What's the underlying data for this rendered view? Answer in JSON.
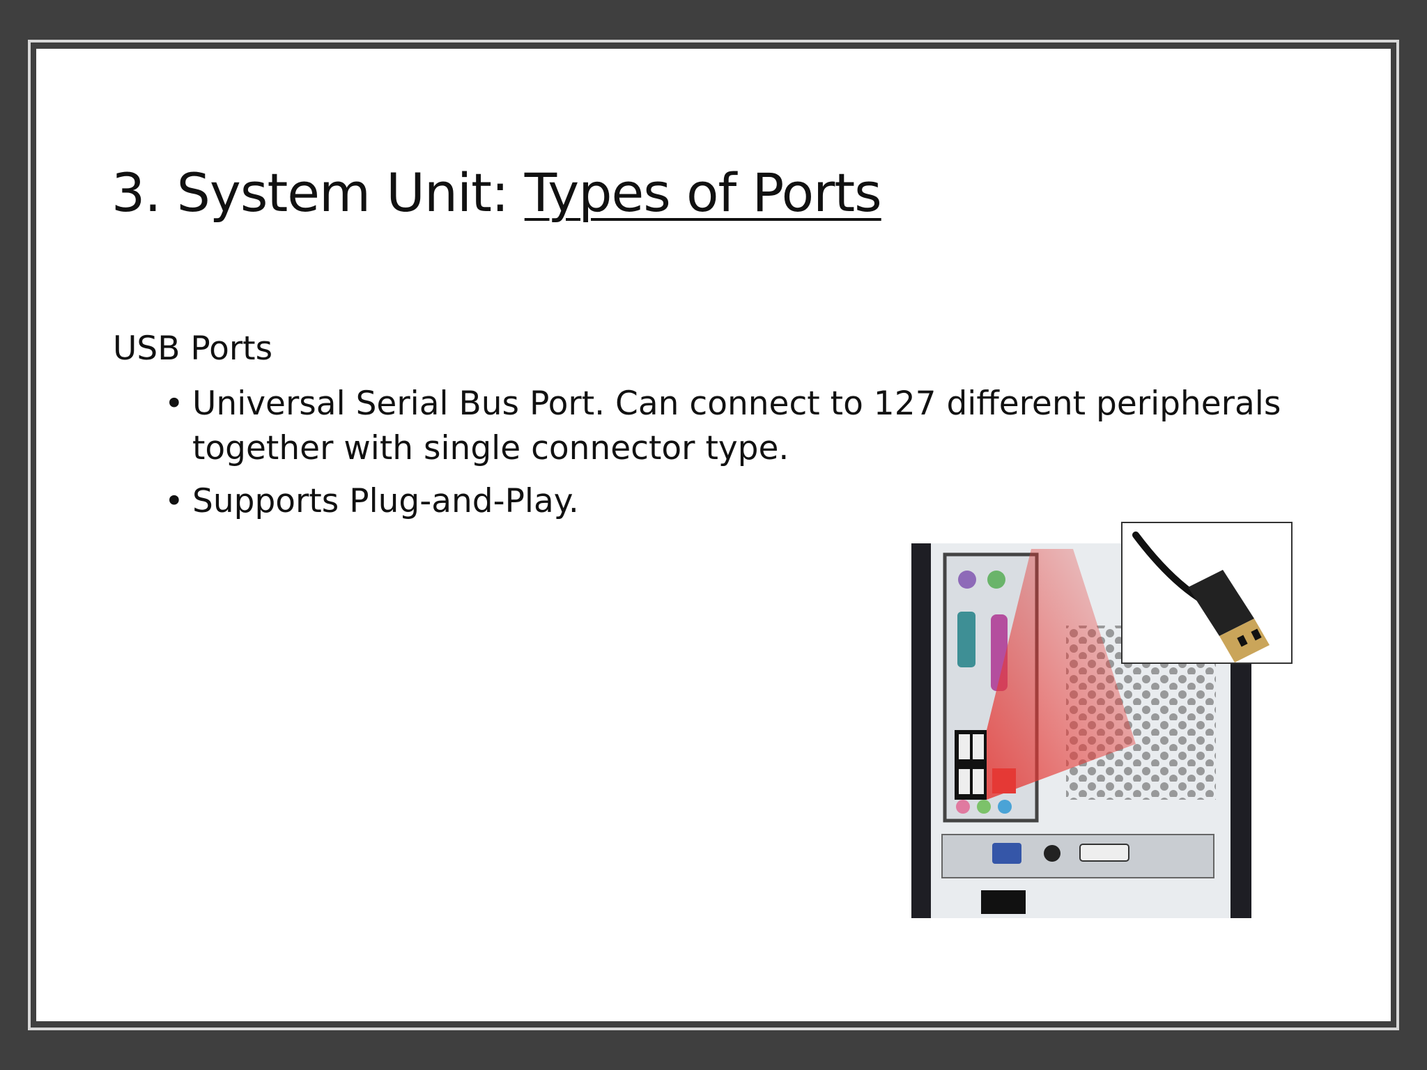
{
  "slide": {
    "title_prefix": "3. System Unit: ",
    "title_underlined": "Types of Ports",
    "heading": "USB Ports",
    "bullets": [
      "Universal Serial Bus Port. Can connect to 127 different peripherals together with single connector type.",
      "Supports Plug-and-Play."
    ],
    "bullet_glyph": "•"
  },
  "colors": {
    "background": "#3f3f3f",
    "slide": "#ffffff",
    "text": "#111111",
    "highlight": "#e53935"
  }
}
